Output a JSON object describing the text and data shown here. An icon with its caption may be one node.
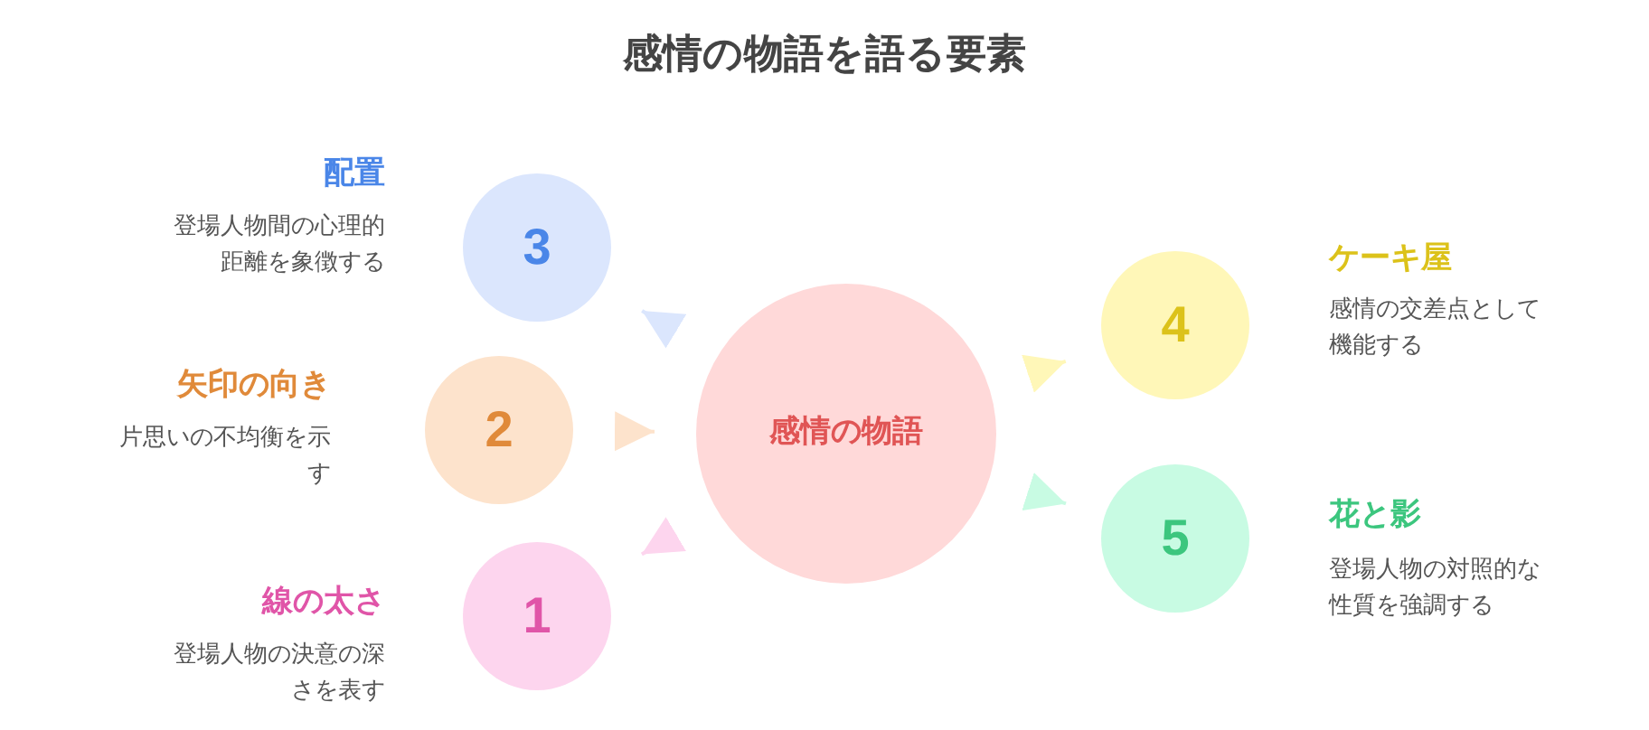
{
  "diagram": {
    "title": "感情の物語を語る要素",
    "nodes": [
      {
        "text": [
          "3"
        ],
        "beside": [
          "配置",
          "登場人物間の心理的距離を象徴する"
        ]
      },
      {
        "text": [
          "2"
        ],
        "beside": [
          "矢印の向き",
          "片思いの不均衡を示す"
        ]
      },
      {
        "text": [
          "1"
        ],
        "beside": [
          "線の太さ",
          "登場人物の決意の深さを表す"
        ]
      },
      {
        "text": [
          "感情の物語"
        ]
      },
      {
        "text": [
          "4"
        ],
        "beside": [
          "ケーキ屋",
          "感情の交差点として機能する"
        ]
      },
      {
        "text": [
          "5"
        ],
        "beside": [
          "花と影",
          "登場人物の対照的な性質を強調する"
        ]
      }
    ],
    "edges": [
      {
        "from": 3,
        "to": 0,
        "arrow": "to"
      },
      {
        "from": 1,
        "to": 3,
        "arrow": "to"
      },
      {
        "from": 3,
        "to": 2,
        "arrow": "to"
      },
      {
        "from": 3,
        "to": 4,
        "arrow": "to"
      },
      {
        "from": 3,
        "to": 5,
        "arrow": "to"
      }
    ]
  }
}
